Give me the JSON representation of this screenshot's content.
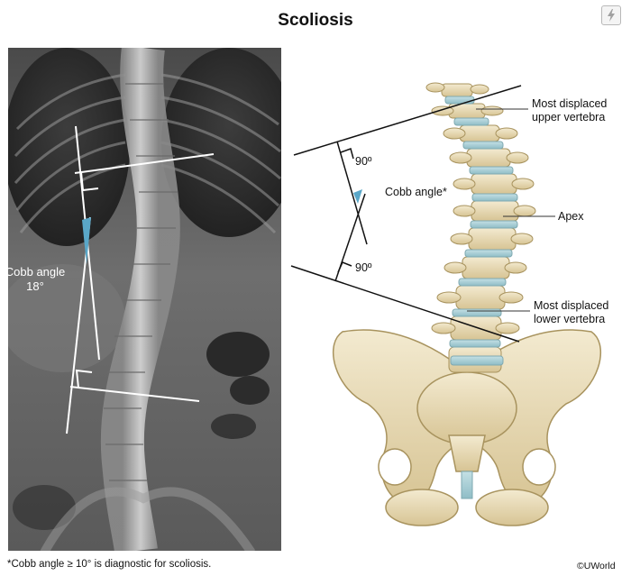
{
  "title": "Scoliosis",
  "xray": {
    "cobb_label_line1": "Cobb angle",
    "cobb_label_line2": "18°"
  },
  "diagram": {
    "angle_upper": "90º",
    "angle_lower": "90º",
    "cobb_label": "Cobb angle*",
    "upper_vertebra_line1": "Most displaced",
    "upper_vertebra_line2": "upper vertebra",
    "apex": "Apex",
    "lower_vertebra_line1": "Most displaced",
    "lower_vertebra_line2": "lower vertebra"
  },
  "footnote": "*Cobb angle ≥ 10° is diagnostic for scoliosis.",
  "copyright": "©UWorld",
  "colors": {
    "cobb_wedge": "#5aa7c8",
    "bone": "#e9dcb1",
    "disc": "#a9cfd6"
  },
  "icons": {
    "corner_button": "lightning-icon",
    "copyright": "copyright-icon"
  }
}
